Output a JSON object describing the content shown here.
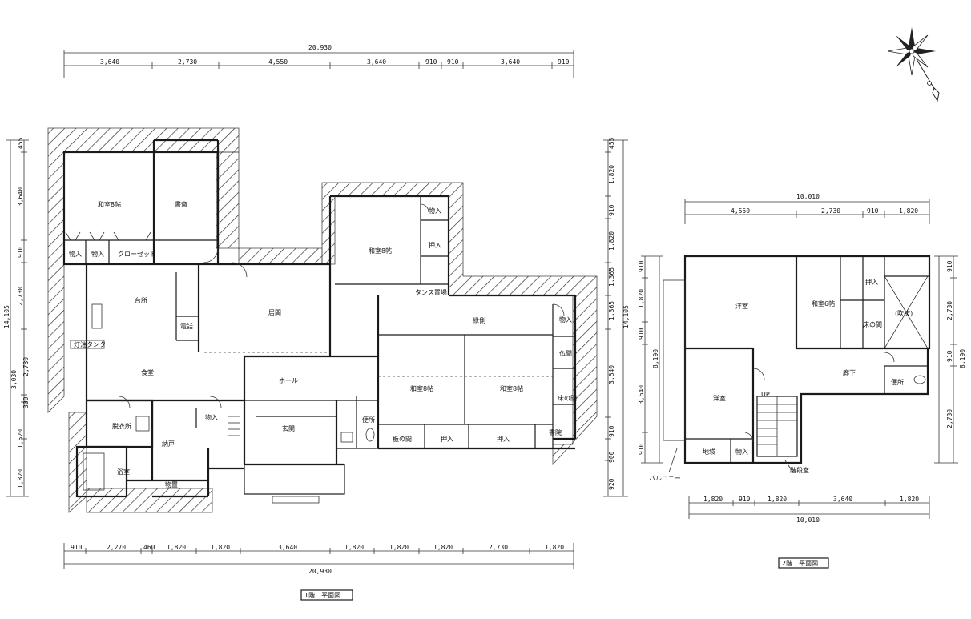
{
  "floor1": {
    "title": "1階　平面図",
    "rooms": {
      "washitsu8_nw": "和室8帖",
      "shosai": "書斎",
      "oshiire_a": "物入",
      "oshiire_b": "物入",
      "closet": "クローゼット",
      "daidokoro": "台所",
      "denwa": "電話",
      "kyoma": "居間",
      "washitsu8_n": "和室8帖",
      "monoire_n": "物入",
      "oshi_n": "押入",
      "tansu": "タンス置場",
      "engawa": "縁側",
      "monoire_e": "物入",
      "butsuma": "仏間",
      "tokonoma": "床の間",
      "washitsu8_s1": "和室8帖",
      "washitsu8_s2": "和室8帖",
      "shokudo": "食堂",
      "hall": "ホール",
      "tank": "灯油タンク",
      "datsui": "脱衣所",
      "monoire_s": "物入",
      "nando": "納戸",
      "yokushitsu": "浴室",
      "monooki": "物置",
      "genkan": "玄関",
      "benjo": "便所",
      "itanoma": "板の間",
      "oshi_s1": "押入",
      "oshi_s2": "押入",
      "shoin": "書院"
    },
    "dims_top": [
      "20,930",
      "3,640",
      "2,730",
      "4,550",
      "3,640",
      "910",
      "910",
      "3,640",
      "910"
    ],
    "dims_bottom": [
      "910",
      "2,270",
      "460",
      "1,820",
      "1,820",
      "3,640",
      "1,820",
      "1,820",
      "1,820",
      "2,730",
      "1,820",
      "20,930"
    ],
    "dims_left": [
      "455",
      "3,640",
      "910",
      "2,730",
      "14,105",
      "3,030",
      "2,730",
      "300",
      "1,520",
      "1,820"
    ],
    "dims_right": [
      "455",
      "1,820",
      "910",
      "1,820",
      "1,365",
      "1,365",
      "14,105",
      "3,640",
      "910",
      "900",
      "920"
    ]
  },
  "floor2": {
    "title": "2階　平面図",
    "rooms": {
      "yoshitsu1": "洋室",
      "washitsu6": "和室6帖",
      "oshi": "押入",
      "fukinuke": "(吹抜)",
      "tokonoma": "床の間",
      "roka": "廊下",
      "yoshitsu2": "洋室",
      "benjo": "便所",
      "jibukuro": "地袋",
      "monoire": "物入",
      "kaidan": "階段室",
      "balcony": "バルコニー",
      "up": "UP"
    },
    "dims_top": [
      "10,010",
      "4,550",
      "2,730",
      "910",
      "1,820"
    ],
    "dims_bottom": [
      "1,820",
      "910",
      "1,820",
      "3,640",
      "1,820",
      "10,010"
    ],
    "dims_left": [
      "910",
      "1,820",
      "910",
      "8,190",
      "3,640",
      "910"
    ],
    "dims_right": [
      "910",
      "2,730",
      "910",
      "8,190",
      "2,730"
    ]
  },
  "compass": {
    "icon": "north-compass-icon"
  }
}
